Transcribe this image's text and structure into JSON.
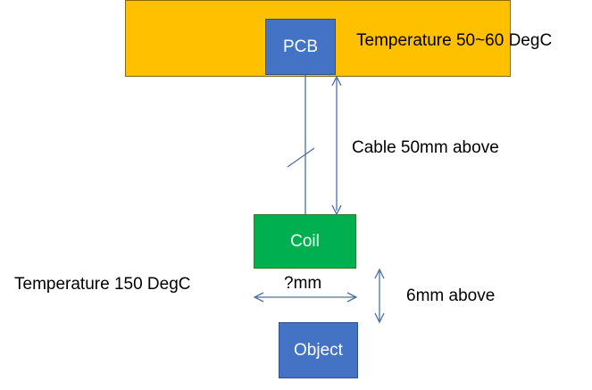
{
  "diagram": {
    "pcb_label": "PCB",
    "coil_label": "Coil",
    "object_label": "Object",
    "pcb_temperature": "Temperature 50~60 DegC",
    "coil_temperature": "Temperature 150 DegC",
    "cable_label": "Cable 50mm above",
    "gap_label": "?mm",
    "distance_label": "6mm above"
  },
  "colors": {
    "enclosure": "#ffc000",
    "board": "#4472c4",
    "coil": "#00b050",
    "line": "#4a6fa5"
  }
}
